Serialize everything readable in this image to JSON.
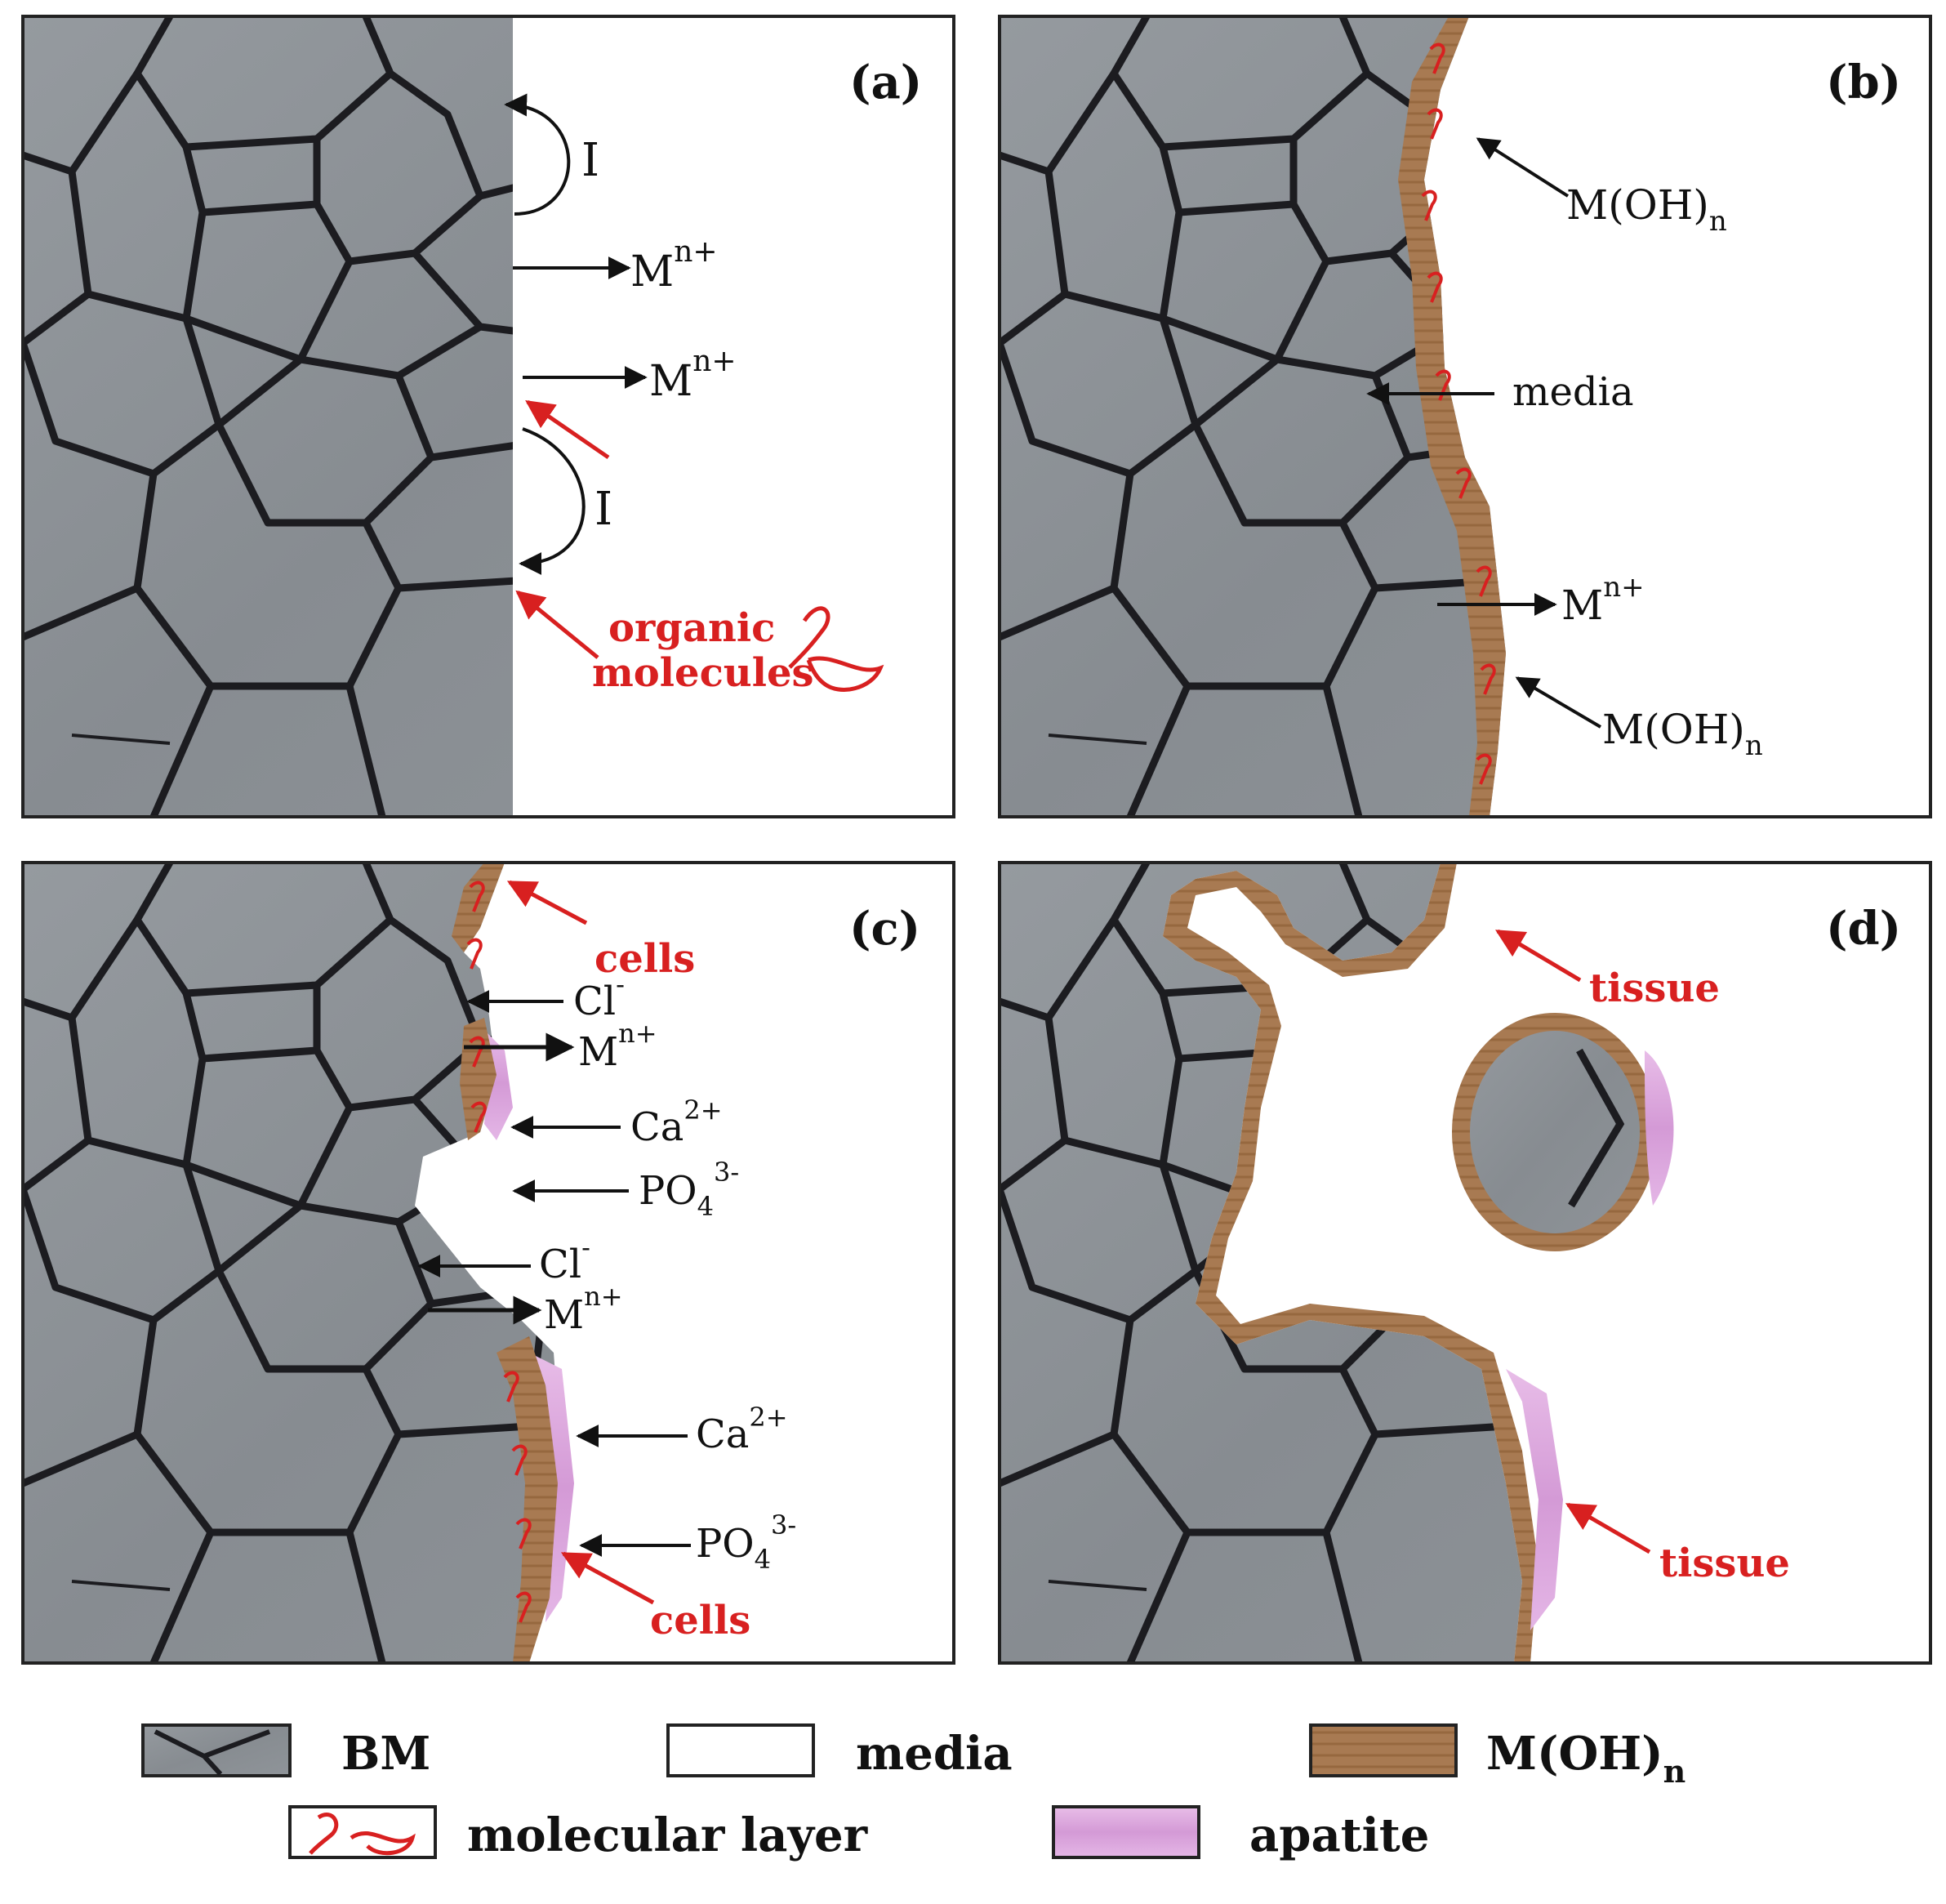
{
  "panels": {
    "a": {
      "tag": "(a)",
      "i_upper": "I",
      "i_lower": "I",
      "ion1_base": "M",
      "ion1_sup": "n+",
      "ion2_base": "M",
      "ion2_sup": "n+",
      "organic_line1": "organic",
      "organic_line2": "molecules"
    },
    "b": {
      "tag": "(b)",
      "hydroxide_top_base": "M(OH)",
      "hydroxide_top_sub": "n",
      "media": "media",
      "ion_base": "M",
      "ion_sup": "n+",
      "hydroxide_bottom_base": "M(OH)",
      "hydroxide_bottom_sub": "n"
    },
    "c": {
      "tag": "(c)",
      "cells_top": "cells",
      "cl1_base": "Cl",
      "cl1_sup": "-",
      "m1_base": "M",
      "m1_sup": "n+",
      "ca1_base": "Ca",
      "ca1_sup": "2+",
      "po1_base": "PO",
      "po1_sub": "4",
      "po1_sup": "3-",
      "cl2_base": "Cl",
      "cl2_sup": "-",
      "m2_base": "M",
      "m2_sup": "n+",
      "ca2_base": "Ca",
      "ca2_sup": "2+",
      "po2_base": "PO",
      "po2_sub": "4",
      "po2_sup": "3-",
      "cells_bottom": "cells"
    },
    "d": {
      "tag": "(d)",
      "tissue_top": "tissue",
      "tissue_bottom": "tissue"
    }
  },
  "legend": {
    "bm": "BM",
    "media": "media",
    "hydroxide_base": "M(OH)",
    "hydroxide_sub": "n",
    "molecular_layer": "molecular layer",
    "apatite": "apatite"
  },
  "colors": {
    "bm_fill": "#8c9196",
    "boundary": "#1c1c20",
    "media": "#ffffff",
    "hydroxide": "#a87a52",
    "apatite": "#d9a6dc",
    "molecule_red": "#d82020",
    "text_black": "#111111"
  }
}
